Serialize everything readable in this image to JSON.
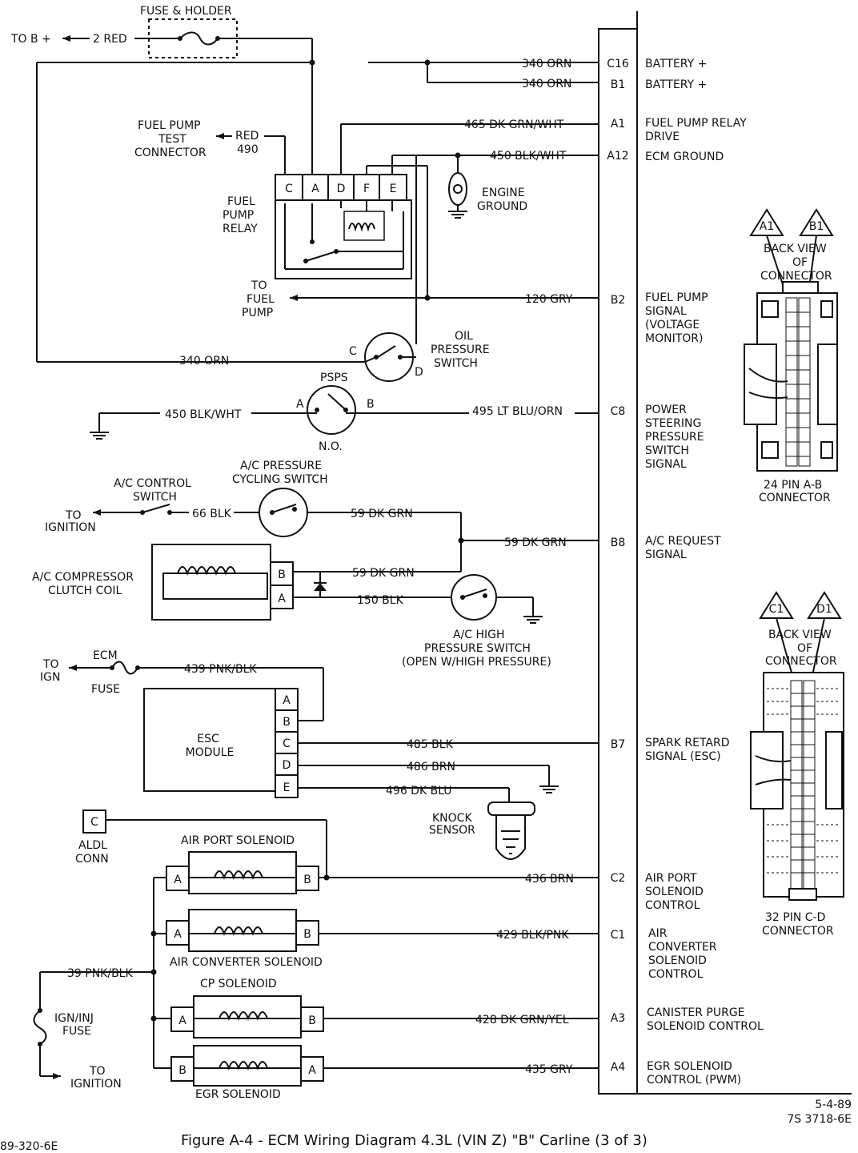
{
  "wires": {
    "to_bplus": "TO B +",
    "red2": "2 RED",
    "fuse_holder": "FUSE & HOLDER",
    "orn340_a": "340 ORN",
    "orn340_b": "340 ORN",
    "dkgrnwht465": "465 DK GRN/WHT",
    "blkwht450": "450 BLK/WHT",
    "gry120": "120 GRY",
    "orn340_c": "340 ORN",
    "blkwht450_b": "450 BLK/WHT",
    "ltbluorn495": "495 LT BLU/ORN",
    "blk66": "66 BLK",
    "dkgrn59_a": "59 DK GRN",
    "dkgrn59_b": "59 DK GRN",
    "dkgrn59_c": "59 DK GRN",
    "blk150": "150 BLK",
    "pnkblk439": "439 PNK/BLK",
    "blk485": "485 BLK",
    "brn486": "486 BRN",
    "dkblu496": "496 DK BLU",
    "brn436": "436 BRN",
    "blkpnk429": "429 BLK/PNK",
    "pnkblk39": "39 PNK/BLK",
    "dkgrnyel428": "428 DK GRN/YEL",
    "gry435": "435 GRY",
    "red490_a": "RED",
    "red490_b": "490"
  },
  "pins": [
    "C16",
    "B1",
    "A1",
    "A12",
    "B2",
    "C8",
    "B8",
    "B7",
    "C2",
    "C1",
    "A3",
    "A4"
  ],
  "functions": {
    "c16": "BATTERY +",
    "b1": "BATTERY +",
    "a1_l1": "FUEL PUMP RELAY",
    "a1_l2": "DRIVE",
    "a12": "ECM GROUND",
    "b2_l1": "FUEL PUMP",
    "b2_l2": "SIGNAL",
    "b2_l3": "(VOLTAGE",
    "b2_l4": "MONITOR)",
    "c8_l1": "POWER",
    "c8_l2": "STEERING",
    "c8_l3": "PRESSURE",
    "c8_l4": "SWITCH",
    "c8_l5": "SIGNAL",
    "b8_l1": "A/C REQUEST",
    "b8_l2": "SIGNAL",
    "b7_l1": "SPARK RETARD",
    "b7_l2": "SIGNAL (ESC)",
    "c2_l1": "AIR PORT",
    "c2_l2": "SOLENOID",
    "c2_l3": "CONTROL",
    "c1_l1": "AIR",
    "c1_l2": "CONVERTER",
    "c1_l3": "SOLENOID",
    "c1_l4": "CONTROL",
    "a3_l1": "CANISTER PURGE",
    "a3_l2": "SOLENOID CONTROL",
    "a4_l1": "EGR SOLENOID",
    "a4_l2": "CONTROL (PWM)"
  },
  "components": {
    "fp_test_1": "FUEL PUMP",
    "fp_test_2": "TEST",
    "fp_test_3": "CONNECTOR",
    "fp_relay_1": "FUEL",
    "fp_relay_2": "PUMP",
    "fp_relay_3": "RELAY",
    "relay_pins": [
      "C",
      "A",
      "D",
      "F",
      "E"
    ],
    "engine_ground_1": "ENGINE",
    "engine_ground_2": "GROUND",
    "to_fuel_pump_1": "TO",
    "to_fuel_pump_2": "FUEL",
    "to_fuel_pump_3": "PUMP",
    "oil_sw_1": "OIL",
    "oil_sw_2": "PRESSURE",
    "oil_sw_3": "SWITCH",
    "oil_c": "C",
    "oil_d": "D",
    "psps": "PSPS",
    "psps_a": "A",
    "psps_b": "B",
    "psps_no": "N.O.",
    "ac_ctrl_1": "A/C CONTROL",
    "ac_ctrl_2": "SWITCH",
    "ac_cyc_1": "A/C PRESSURE",
    "ac_cyc_2": "CYCLING SWITCH",
    "to_ign_1": "TO",
    "to_ign_2": "IGNITION",
    "ac_comp_1": "A/C COMPRESSOR",
    "ac_comp_2": "CLUTCH COIL",
    "ac_comp_b": "B",
    "ac_comp_a": "A",
    "ac_high_1": "A/C HIGH",
    "ac_high_2": "PRESSURE SWITCH",
    "ac_high_3": "(OPEN W/HIGH PRESSURE)",
    "to_ign2_1": "TO",
    "to_ign2_2": "IGN",
    "ecm_fuse_1": "ECM",
    "ecm_fuse_2": "FUSE",
    "esc_1": "ESC",
    "esc_2": "MODULE",
    "esc_pins": [
      "A",
      "B",
      "C",
      "D",
      "E"
    ],
    "knock_1": "KNOCK",
    "knock_2": "SENSOR",
    "aldl_c": "C",
    "aldl_1": "ALDL",
    "aldl_2": "CONN",
    "air_port": "AIR PORT SOLENOID",
    "air_conv": "AIR CONVERTER  SOLENOID",
    "cp_sol": "CP SOLENOID",
    "egr_sol": "EGR SOLENOID",
    "sol_a": "A",
    "sol_b": "B",
    "ign_inj_1": "IGN/INJ",
    "ign_inj_2": "FUSE",
    "to_ign3_1": "TO",
    "to_ign3_2": "IGNITION"
  },
  "connectors": {
    "ab_tag1": "A1",
    "ab_tag2": "B1",
    "back_view_1": "BACK VIEW",
    "back_view_2": "OF",
    "back_view_3": "CONNECTOR",
    "ab_name_1": "24 PIN  A-B",
    "ab_name_2": "CONNECTOR",
    "cd_tag1": "C1",
    "cd_tag2": "D1",
    "back_view_4": "BACK VIEW",
    "back_view_5": "OF",
    "back_view_6": "CONNECTOR",
    "cd_name_1": "32 PIN  C-D",
    "cd_name_2": "CONNECTOR"
  },
  "footer": {
    "date": "5-4-89",
    "code": "7S 3718-6E",
    "left_code": "89-320-6E",
    "caption": "Figure A-4 - ECM Wiring Diagram  4.3L  (VIN Z)  \"B\"  Carline  (3 of 3)"
  }
}
